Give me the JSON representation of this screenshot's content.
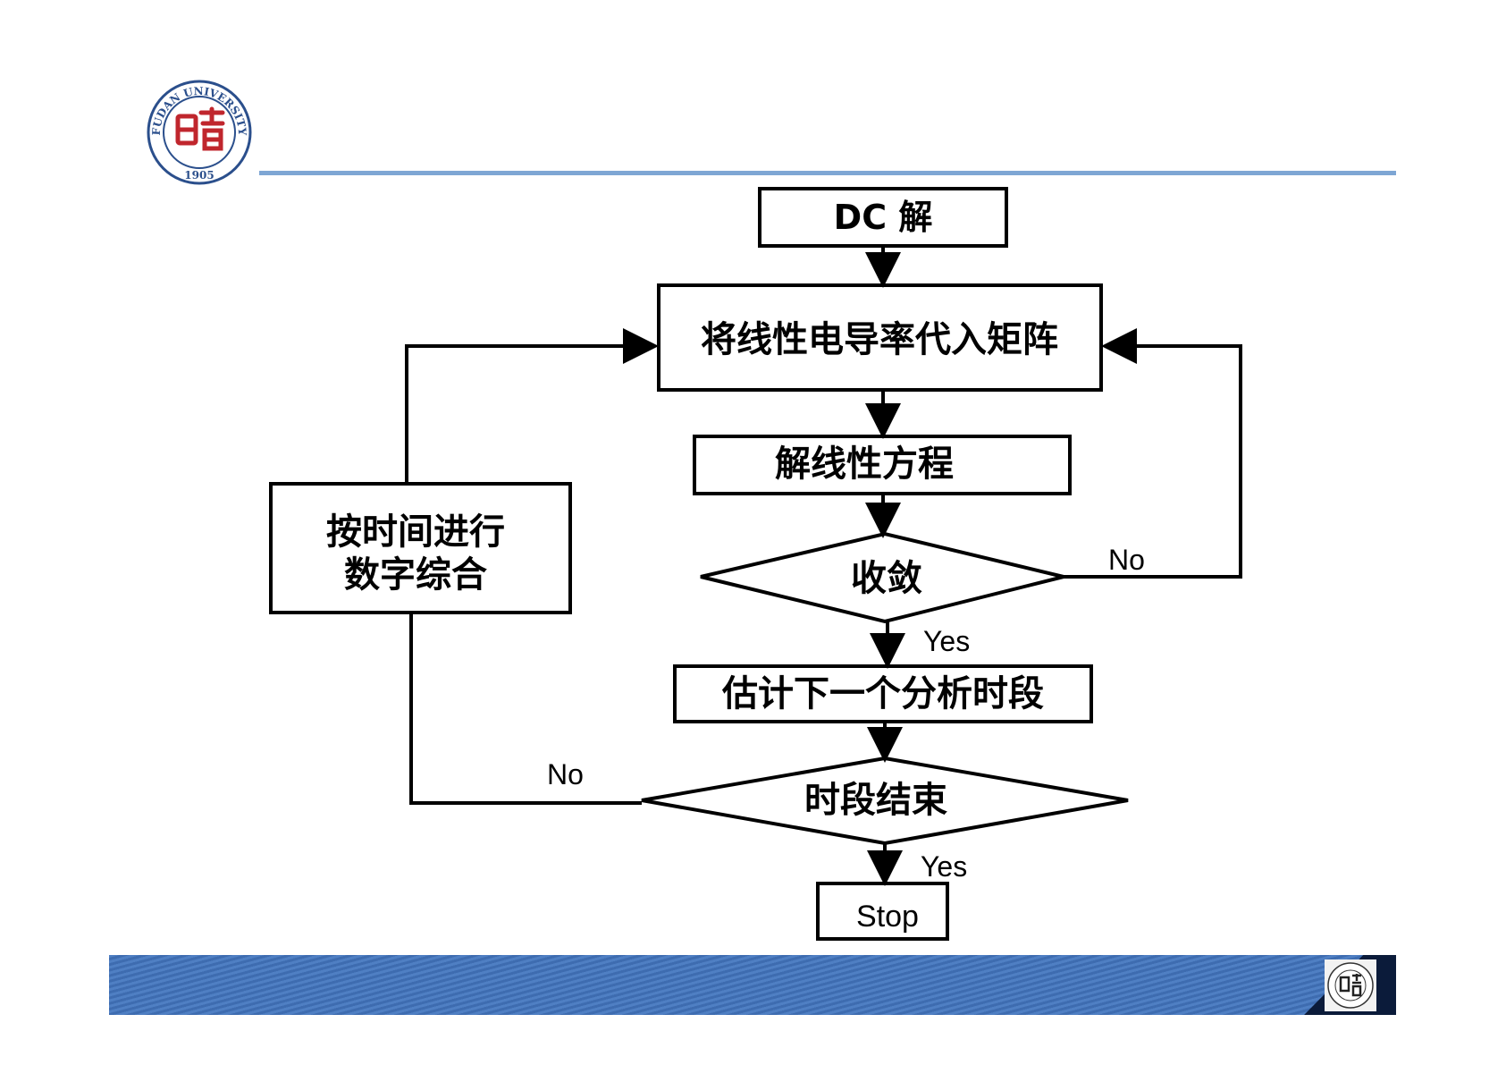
{
  "logo": {
    "arc_text": "FUDAN UNIVERSITY",
    "year": "1905",
    "icon": "fudan-seal-icon"
  },
  "diagram": {
    "nodes": {
      "dc": "DC 解",
      "matrix": "将线性电导率代入矩阵",
      "solve": "解线性方程",
      "converge": "收敛",
      "estimate": "估计下一个分析时段",
      "segment_end": "时段结束",
      "stop": "Stop",
      "integrate_line1": "按时间进行",
      "integrate_line2": "数字综合"
    },
    "edges": {
      "converge_no": "No",
      "converge_yes": "Yes",
      "segment_no": "No",
      "segment_yes": "Yes"
    }
  },
  "footer": {
    "icon": "fudan-seal-small-icon"
  }
}
